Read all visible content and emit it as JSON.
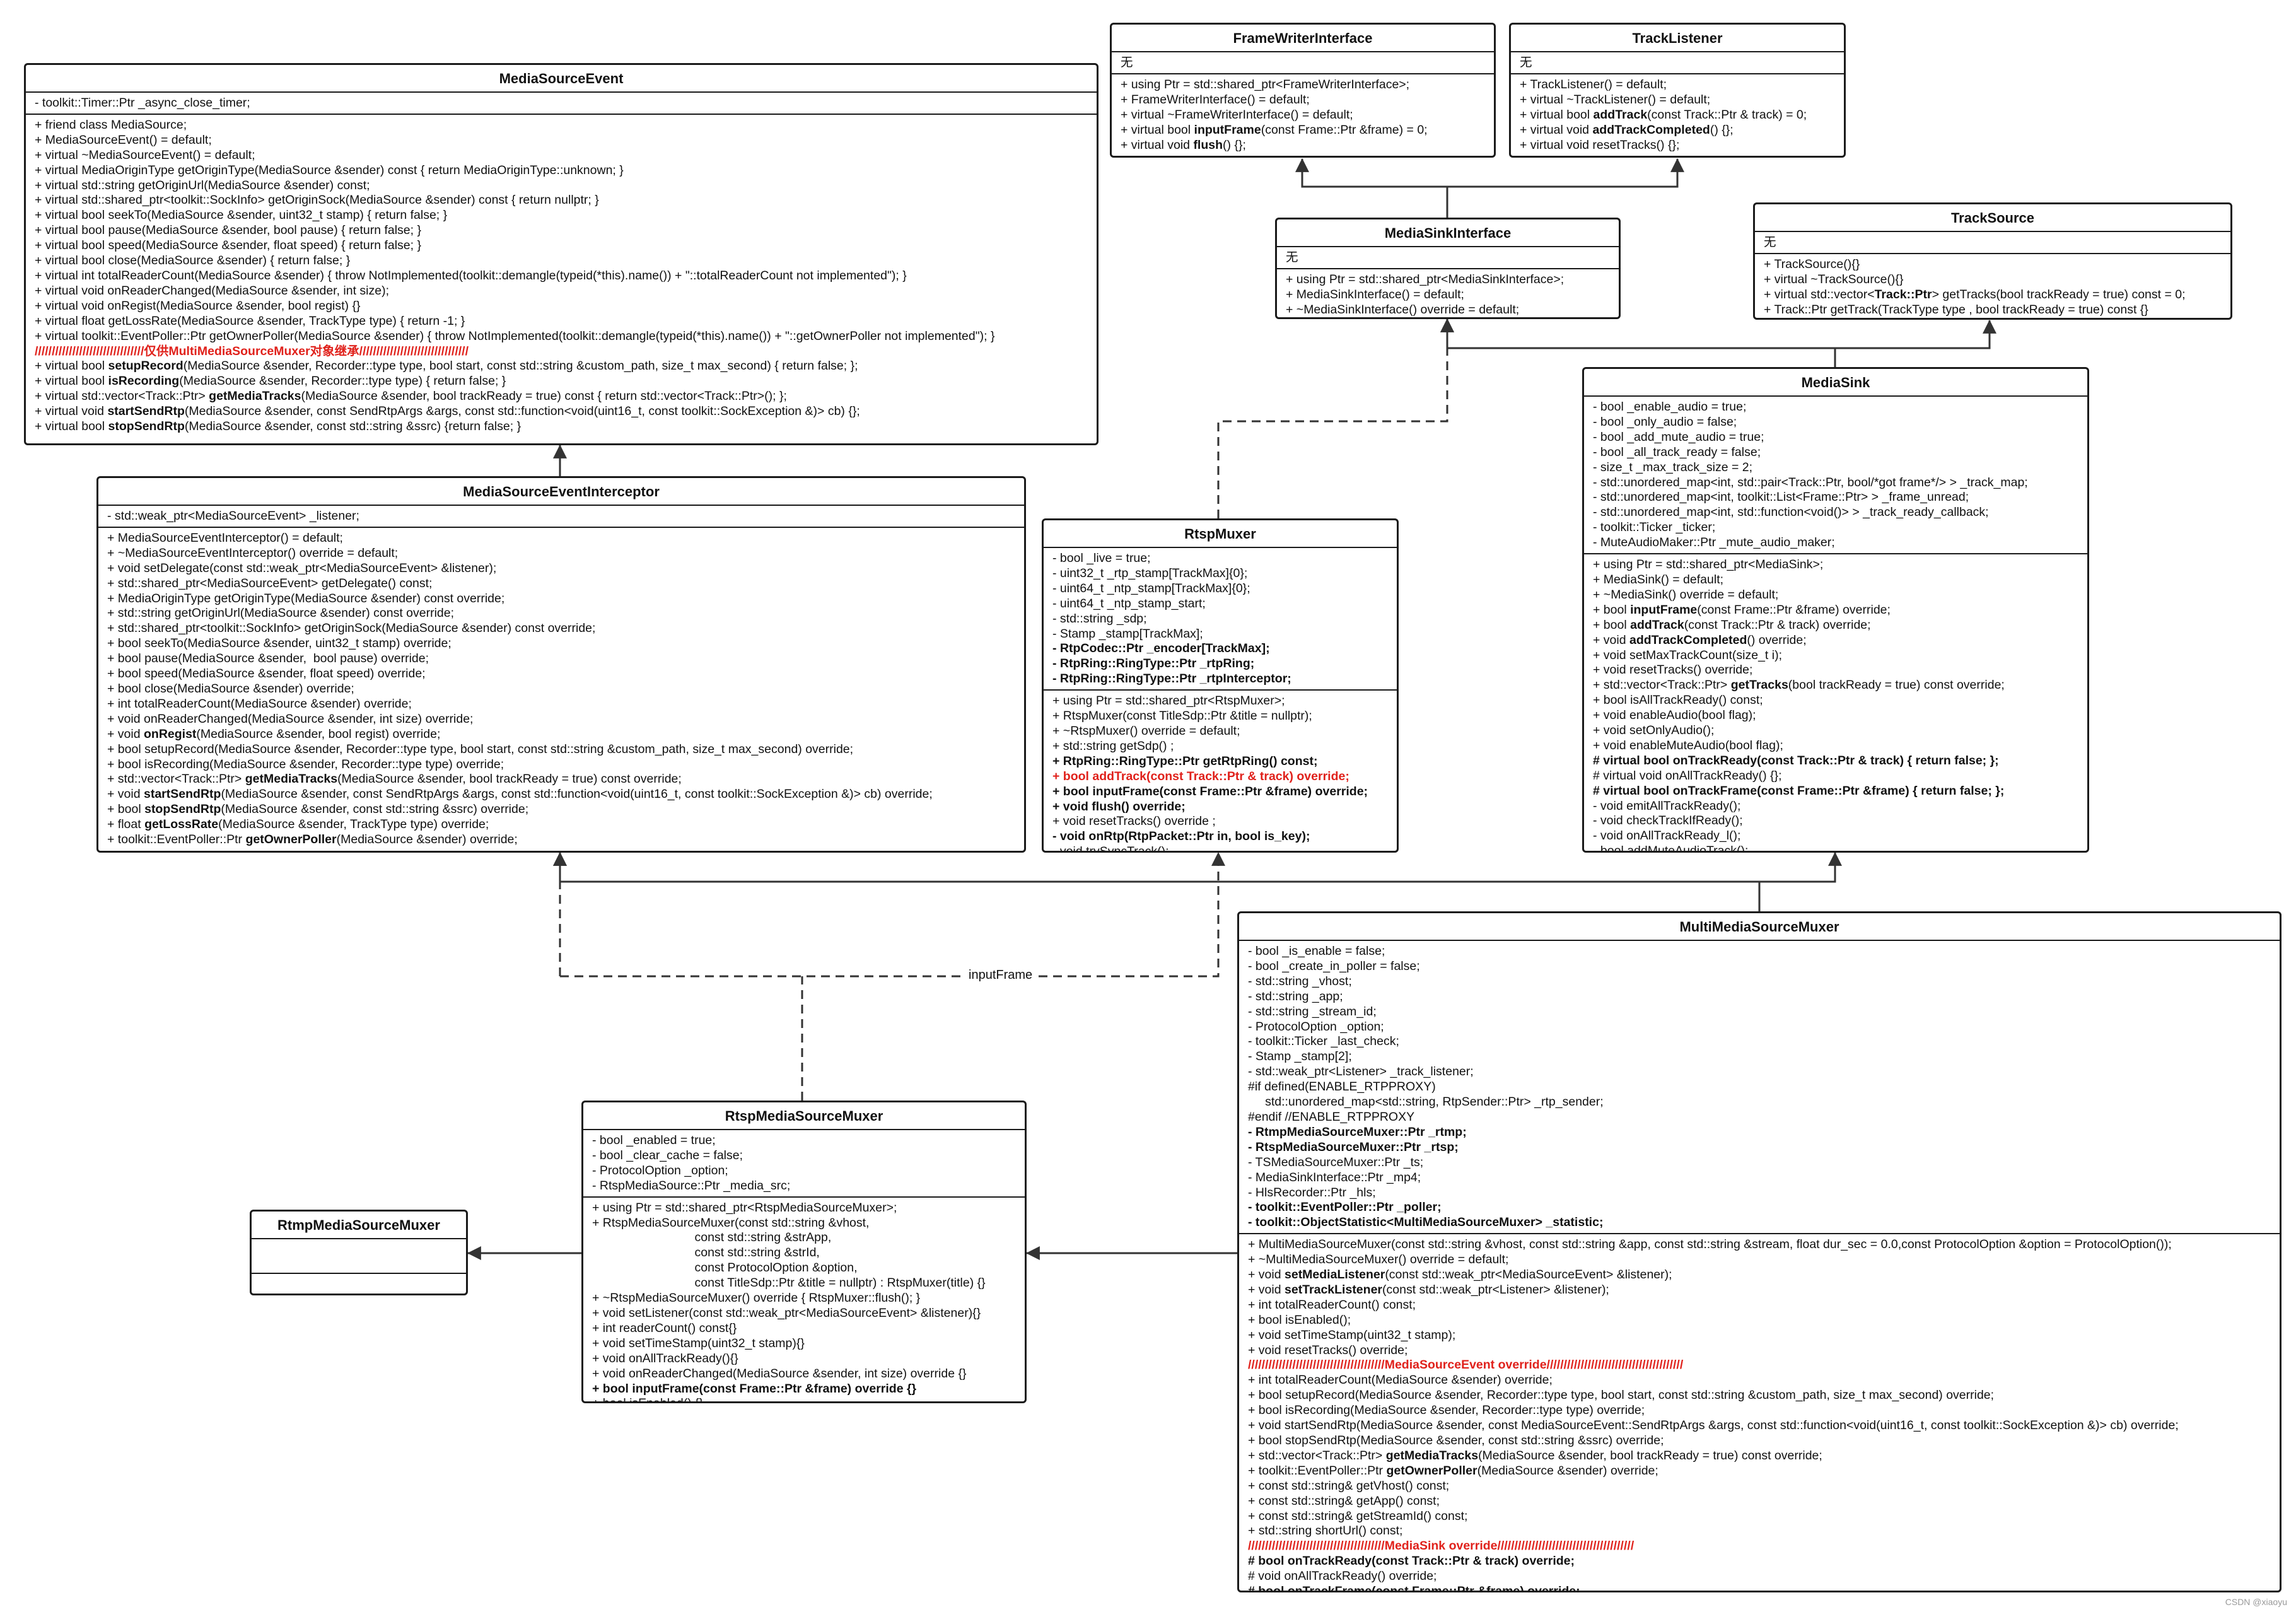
{
  "diagram": {
    "classes": [
      {
        "id": "media_source_event",
        "title": "MediaSourceEvent",
        "sections": [
          [
            "- toolkit::Timer::Ptr _async_close_timer;"
          ],
          [
            "+ friend class MediaSource;",
            "+ MediaSourceEvent() = default;",
            "+ virtual ~MediaSourceEvent() = default;",
            "+ virtual MediaOriginType getOriginType(MediaSource &sender) const { return MediaOriginType::unknown; }",
            "+ virtual std::string getOriginUrl(MediaSource &sender) const;",
            "+ virtual std::shared_ptr<toolkit::SockInfo> getOriginSock(MediaSource &sender) const { return nullptr; }",
            "+ virtual bool seekTo(MediaSource &sender, uint32_t stamp) { return false; }",
            "+ virtual bool pause(MediaSource &sender, bool pause) { return false; }",
            "+ virtual bool speed(MediaSource &sender, float speed) { return false; }",
            "+ virtual bool close(MediaSource &sender) { return false; }",
            "+ virtual int totalReaderCount(MediaSource &sender) { throw NotImplemented(toolkit::demangle(typeid(*this).name()) + \"::totalReaderCount not implemented\"); }",
            "+ virtual void onReaderChanged(MediaSource &sender, int size);",
            "+ virtual void onRegist(MediaSource &sender, bool regist) {}",
            "+ virtual float getLossRate(MediaSource &sender, TrackType type) { return -1; }",
            "+ virtual toolkit::EventPoller::Ptr getOwnerPoller(MediaSource &sender) { throw NotImplemented(toolkit::demangle(typeid(*this).name()) + \"::getOwnerPoller not implemented\"); }",
            "r|////////////////////////////////仅供MultiMediaSourceMuxer对象继承////////////////////////////////",
            "+ virtual bool ^setupRecord^(MediaSource &sender, Recorder::type type, bool start, const std::string &custom_path, size_t max_second) { return false; };",
            "+ virtual bool ^isRecording^(MediaSource &sender, Recorder::type type) { return false; }",
            "+ virtual std::vector<Track::Ptr> ^getMediaTracks^(MediaSource &sender, bool trackReady = true) const { return std::vector<Track::Ptr>(); };",
            "+ virtual void ^startSendRtp^(MediaSource &sender, const SendRtpArgs &args, const std::function<void(uint16_t, const toolkit::SockException &)> cb) {};",
            "+ virtual bool ^stopSendRtp^(MediaSource &sender, const std::string &ssrc) {return false; }"
          ]
        ]
      },
      {
        "id": "frame_writer_interface",
        "title": "FrameWriterInterface",
        "sections": [
          [
            "无"
          ],
          [
            "+ using Ptr = std::shared_ptr<FrameWriterInterface>;",
            "+ FrameWriterInterface() = default;",
            "+ virtual ~FrameWriterInterface() = default;",
            "+ virtual bool ^inputFrame^(const Frame::Ptr &frame) = 0;",
            "+ virtual void ^flush^() {};"
          ]
        ]
      },
      {
        "id": "track_listener",
        "title": "TrackListener",
        "sections": [
          [
            "无"
          ],
          [
            "+ TrackListener() = default;",
            "+ virtual ~TrackListener() = default;",
            "+ virtual bool ^addTrack^(const Track::Ptr & track) = 0;",
            "+ virtual void ^addTrackCompleted^() {};",
            "+ virtual void resetTracks() {};"
          ]
        ]
      },
      {
        "id": "media_sink_interface",
        "title": "MediaSinkInterface",
        "sections": [
          [
            "无"
          ],
          [
            "+ using Ptr = std::shared_ptr<MediaSinkInterface>;",
            "+ MediaSinkInterface() = default;",
            "+ ~MediaSinkInterface() override = default;"
          ]
        ]
      },
      {
        "id": "track_source",
        "title": "TrackSource",
        "sections": [
          [
            "无"
          ],
          [
            "+ TrackSource(){}",
            "+ virtual ~TrackSource(){}",
            "+ virtual std::vector<^Track::Ptr^> getTracks(bool trackReady = true) const = 0;",
            "+ Track::Ptr getTrack(TrackType type , bool trackReady = true) const {}"
          ]
        ]
      },
      {
        "id": "media_sink",
        "title": "MediaSink",
        "sections": [
          [
            "- bool _enable_audio = true;",
            "- bool _only_audio = false;",
            "- bool _add_mute_audio = true;",
            "- bool _all_track_ready = false;",
            "- size_t _max_track_size = 2;",
            "- std::unordered_map<int, std::pair<Track::Ptr, bool/*got frame*/> > _track_map;",
            "- std::unordered_map<int, toolkit::List<Frame::Ptr> > _frame_unread;",
            "- std::unordered_map<int, std::function<void()> > _track_ready_callback;",
            "- toolkit::Ticker _ticker;",
            "- MuteAudioMaker::Ptr _mute_audio_maker;"
          ],
          [
            "+ using Ptr = std::shared_ptr<MediaSink>;",
            "+ MediaSink() = default;",
            "+ ~MediaSink() override = default;",
            "+ bool ^inputFrame^(const Frame::Ptr &frame) override;",
            "+ bool ^addTrack^(const Track::Ptr & track) override;",
            "+ void ^addTrackCompleted^() override;",
            "+ void setMaxTrackCount(size_t i);",
            "+ void resetTracks() override;",
            "+ std::vector<Track::Ptr> ^getTracks^(bool trackReady = true) const override;",
            "+ bool isAllTrackReady() const;",
            "+ void enableAudio(bool flag);",
            "+ void setOnlyAudio();",
            "+ void enableMuteAudio(bool flag);",
            "b|# virtual bool onTrackReady(const Track::Ptr & track) { return false; };",
            "# virtual void onAllTrackReady() {};",
            "b|# virtual bool onTrackFrame(const Frame::Ptr &frame) { return false; };",
            "- void emitAllTrackReady();",
            "- void checkTrackIfReady();",
            "- void onAllTrackReady_l();",
            "- bool addMuteAudioTrack();"
          ]
        ]
      },
      {
        "id": "media_source_event_interceptor",
        "title": "MediaSourceEventInterceptor",
        "sections": [
          [
            "- std::weak_ptr<MediaSourceEvent> _listener;"
          ],
          [
            "+ MediaSourceEventInterceptor() = default;",
            "+ ~MediaSourceEventInterceptor() override = default;",
            "+ void setDelegate(const std::weak_ptr<MediaSourceEvent> &listener);",
            "+ std::shared_ptr<MediaSourceEvent> getDelegate() const;",
            "+ MediaOriginType getOriginType(MediaSource &sender) const override;",
            "+ std::string getOriginUrl(MediaSource &sender) const override;",
            "+ std::shared_ptr<toolkit::SockInfo> getOriginSock(MediaSource &sender) const override;",
            "+ bool seekTo(MediaSource &sender, uint32_t stamp) override;",
            "+ bool pause(MediaSource &sender,  bool pause) override;",
            "+ bool speed(MediaSource &sender, float speed) override;",
            "+ bool close(MediaSource &sender) override;",
            "+ int totalReaderCount(MediaSource &sender) override;",
            "+ void onReaderChanged(MediaSource &sender, int size) override;",
            "+ void ^onRegist^(MediaSource &sender, bool regist) override;",
            "+ bool setupRecord(MediaSource &sender, Recorder::type type, bool start, const std::string &custom_path, size_t max_second) override;",
            "+ bool isRecording(MediaSource &sender, Recorder::type type) override;",
            "+ std::vector<Track::Ptr> ^getMediaTracks^(MediaSource &sender, bool trackReady = true) const override;",
            "+ void ^startSendRtp^(MediaSource &sender, const SendRtpArgs &args, const std::function<void(uint16_t, const toolkit::SockException &)> cb) override;",
            "+ bool ^stopSendRtp^(MediaSource &sender, const std::string &ssrc) override;",
            "+ float ^getLossRate^(MediaSource &sender, TrackType type) override;",
            "+ toolkit::EventPoller::Ptr ^getOwnerPoller^(MediaSource &sender) override;"
          ]
        ]
      },
      {
        "id": "rtsp_muxer",
        "title": "RtspMuxer",
        "sections": [
          [
            "- bool _live = true;",
            "- uint32_t _rtp_stamp[TrackMax]{0};",
            "- uint64_t _ntp_stamp[TrackMax]{0};",
            "- uint64_t _ntp_stamp_start;",
            "- std::string _sdp;",
            "- Stamp _stamp[TrackMax];",
            "b|- RtpCodec::Ptr _encoder[TrackMax];",
            "b|- RtpRing::RingType::Ptr _rtpRing;",
            "b|- RtpRing::RingType::Ptr _rtpInterceptor;"
          ],
          [
            "+ using Ptr = std::shared_ptr<RtspMuxer>;",
            "+ RtspMuxer(const TitleSdp::Ptr &title = nullptr);",
            "+ ~RtspMuxer() override = default;",
            "+ std::string getSdp() ;",
            "b|+ RtpRing::RingType::Ptr getRtpRing() const;",
            "r|+ bool addTrack(const Track::Ptr & track) override;",
            "b|+ bool inputFrame(const Frame::Ptr &frame) override;",
            "b|+ void flush() override;",
            "+ void resetTracks() override ;",
            "b|- void onRtp(RtpPacket::Ptr in, bool is_key);",
            "- void trySyncTrack();"
          ]
        ]
      },
      {
        "id": "multi_media_source_muxer",
        "title": "MultiMediaSourceMuxer",
        "sections": [
          [
            "- bool _is_enable = false;",
            "- bool _create_in_poller = false;",
            "- std::string _vhost;",
            "- std::string _app;",
            "- std::string _stream_id;",
            "- ProtocolOption _option;",
            "- toolkit::Ticker _last_check;",
            "- Stamp _stamp[2];",
            "- std::weak_ptr<Listener> _track_listener;",
            "#if defined(ENABLE_RTPPROXY)",
            "     std::unordered_map<std::string, RtpSender::Ptr> _rtp_sender;",
            "#endif //ENABLE_RTPPROXY",
            "b|- RtmpMediaSourceMuxer::Ptr _rtmp;",
            "b|- RtspMediaSourceMuxer::Ptr _rtsp;",
            "- TSMediaSourceMuxer::Ptr _ts;",
            "- MediaSinkInterface::Ptr _mp4;",
            "- HlsRecorder::Ptr _hls;",
            "b|- toolkit::EventPoller::Ptr _poller;",
            "b|- toolkit::ObjectStatistic<MultiMediaSourceMuxer> _statistic;"
          ],
          [
            "+ MultiMediaSourceMuxer(const std::string &vhost, const std::string &app, const std::string &stream, float dur_sec = 0.0,const ProtocolOption &option = ProtocolOption());",
            "+ ~MultiMediaSourceMuxer() override = default;",
            "+ void ^setMediaListener^(const std::weak_ptr<MediaSourceEvent> &listener);",
            "+ void ^setTrackListener^(const std::weak_ptr<Listener> &listener);",
            "+ int totalReaderCount() const;",
            "+ bool isEnabled();",
            "+ void setTimeStamp(uint32_t stamp);",
            "+ void resetTracks() override;",
            "r|////////////////////////////////////////MediaSourceEvent override////////////////////////////////////////",
            "+ int totalReaderCount(MediaSource &sender) override;",
            "+ bool setupRecord(MediaSource &sender, Recorder::type type, bool start, const std::string &custom_path, size_t max_second) override;",
            "+ bool isRecording(MediaSource &sender, Recorder::type type) override;",
            "+ void startSendRtp(MediaSource &sender, const MediaSourceEvent::SendRtpArgs &args, const std::function<void(uint16_t, const toolkit::SockException &)> cb) override;",
            "+ bool stopSendRtp(MediaSource &sender, const std::string &ssrc) override;",
            "+ std::vector<Track::Ptr> ^getMediaTracks^(MediaSource &sender, bool trackReady = true) const override;",
            "+ toolkit::EventPoller::Ptr ^getOwnerPoller^(MediaSource &sender) override;",
            "+ const std::string& getVhost() const;",
            "+ const std::string& getApp() const;",
            "+ const std::string& getStreamId() const;",
            "+ std::string shortUrl() const;",
            "r|////////////////////////////////////////MediaSink override////////////////////////////////////////",
            "b|# bool onTrackReady(const Track::Ptr & track) override;",
            "# void onAllTrackReady() override;",
            "b|# bool onTrackFrame(const Frame::Ptr &frame) override;"
          ]
        ]
      },
      {
        "id": "rtsp_media_source_muxer",
        "title": "RtspMediaSourceMuxer",
        "sections": [
          [
            "- bool _enabled = true;",
            "- bool _clear_cache = false;",
            "- ProtocolOption _option;",
            "- RtspMediaSource::Ptr _media_src;"
          ],
          [
            "+ using Ptr = std::shared_ptr<RtspMediaSourceMuxer>;",
            "+ RtspMediaSourceMuxer(const std::string &vhost,",
            "                              const std::string &strApp,",
            "                              const std::string &strId,",
            "                              const ProtocolOption &option,",
            "                              const TitleSdp::Ptr &title = nullptr) : RtspMuxer(title) {}",
            "+ ~RtspMediaSourceMuxer() override { RtspMuxer::flush(); }",
            "+ void setListener(const std::weak_ptr<MediaSourceEvent> &listener){}",
            "+ int readerCount() const{}",
            "+ void setTimeStamp(uint32_t stamp){}",
            "+ void onAllTrackReady(){}",
            "+ void onReaderChanged(MediaSource &sender, int size) override {}",
            "b|+ bool inputFrame(const Frame::Ptr &frame) override {}",
            "+ bool isEnabled() {}"
          ]
        ]
      },
      {
        "id": "rtmp_media_source_muxer",
        "title": "RtmpMediaSourceMuxer",
        "sections": [
          [],
          []
        ]
      }
    ],
    "edge_labels": {
      "input_frame": "inputFrame"
    },
    "colors": {
      "line": "#333333",
      "highlight": "#e0211b"
    },
    "watermark": "CSDN @xiaoyu"
  }
}
